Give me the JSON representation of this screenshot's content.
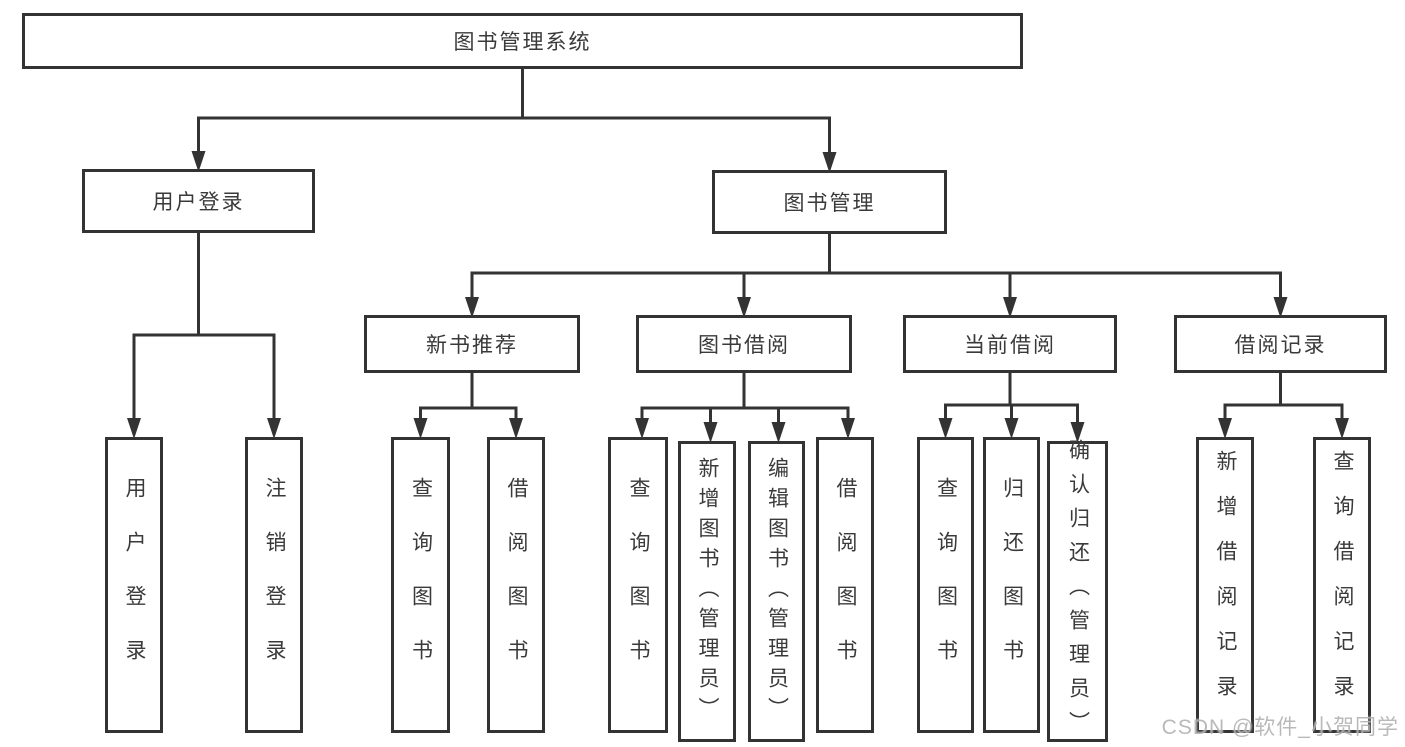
{
  "diagram": {
    "title": "图书管理系统",
    "level2": [
      {
        "id": "user-login",
        "label": "用户登录"
      },
      {
        "id": "book-management",
        "label": "图书管理"
      }
    ],
    "level3": [
      {
        "id": "new-book-recommend",
        "label": "新书推荐"
      },
      {
        "id": "book-borrowing",
        "label": "图书借阅"
      },
      {
        "id": "current-borrowing",
        "label": "当前借阅"
      },
      {
        "id": "borrowing-records",
        "label": "借阅记录"
      }
    ],
    "children": {
      "user_login": [
        "用户登录",
        "注销登录"
      ],
      "new_book_recommend": [
        "查询图书",
        "借阅图书"
      ],
      "book_borrowing": [
        "查询图书",
        "新增图书（管理员）",
        "编辑图书（管理员）",
        "借阅图书"
      ],
      "current_borrowing": [
        "查询图书",
        "归还图书",
        "确认归还（管理员）"
      ],
      "borrowing_records": [
        "新增借阅记录",
        "查询借阅记录"
      ]
    },
    "colors": {
      "line": "#333333",
      "box_border": "#333333",
      "box_fill": "#ffffff",
      "text": "#3a3a3a",
      "watermark": "#b2b2b2",
      "background": "#ffffff"
    },
    "watermark": "CSDN @软件_小贺同学"
  }
}
